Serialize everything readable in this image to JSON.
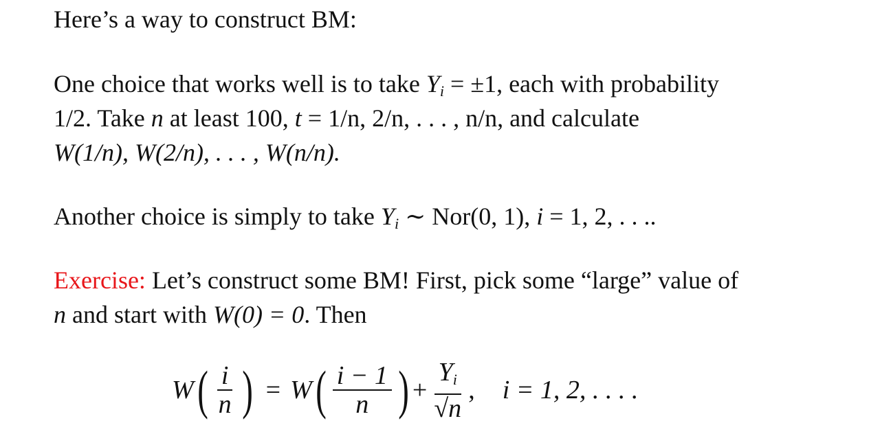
{
  "intro": "Here’s a way to construct BM:",
  "p1": {
    "l1a": "One choice that works well is to take ",
    "Y": "Y",
    "i": "i",
    "l1b": " = ±1, each with probability",
    "l2a": "1/2. Take ",
    "n": "n",
    "l2b": " at least 100, ",
    "t": "t",
    "l2c": " = 1/n, 2/n, . . . , n/n, and calculate",
    "l3": "W(1/n), W(2/n), . . . , W(n/n)."
  },
  "p2": {
    "a": "Another choice is simply to take ",
    "Y": "Y",
    "i": "i",
    "b": " ∼ Nor(0, 1), ",
    "c": "i",
    "d": " = 1, 2, . . .."
  },
  "exercise": {
    "label": "Exercise:",
    "l1": " Let’s construct some BM! First, pick some “large” value of",
    "n": "n",
    "l2a": " and start with ",
    "W0": "W(0) = 0",
    "l2b": ". Then"
  },
  "equation": {
    "W": "W",
    "lhs_num": "i",
    "lhs_den": "n",
    "equals": "=",
    "rhs_num": "i − 1",
    "rhs_den": "n",
    "plus": "+",
    "frac_num": "Y",
    "frac_sub": "i",
    "frac_den": "√n",
    "comma": ",",
    "range": "i = 1, 2, . . . ."
  }
}
